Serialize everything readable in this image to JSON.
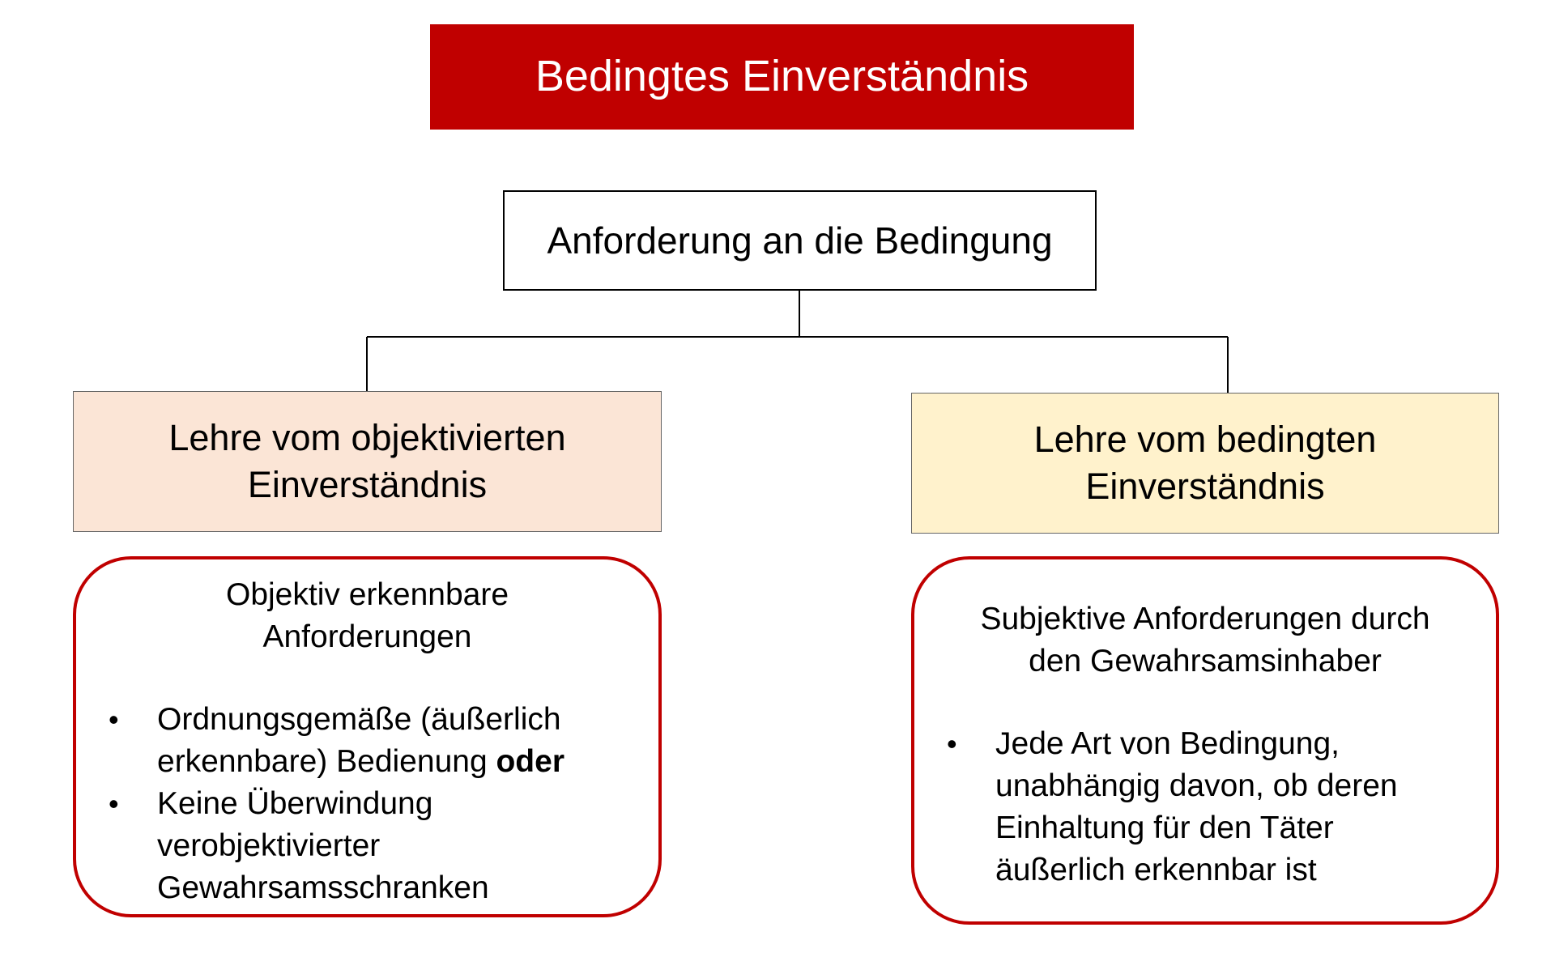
{
  "colors": {
    "title_fill": "#c00000",
    "left_head_fill": "#fbe5d6",
    "right_head_fill": "#fff2cc",
    "detail_border": "#c00000",
    "line": "#000000"
  },
  "title": "Bedingtes Einverständnis",
  "root": "Anforderung an die Bedingung",
  "left": {
    "heading_line1": "Lehre vom objektivierten",
    "heading_line2": "Einverständnis",
    "detail_line1": "Objektiv erkennbare",
    "detail_line2": "Anforderungen",
    "bullets": [
      {
        "text_line1": "Ordnungsgemäße (äußerlich",
        "text_line2": "erkennbare) Bedienung ",
        "emphasis": "oder"
      },
      {
        "text_line1": "Keine Überwindung",
        "text_line2": "verobjektivierter",
        "text_line3": "Gewahrsamsschranken"
      }
    ]
  },
  "right": {
    "heading_line1": "Lehre vom bedingten",
    "heading_line2": "Einverständnis",
    "detail_line1": "Subjektive Anforderungen durch",
    "detail_line2": "den Gewahrsamsinhaber",
    "bullets": [
      {
        "text_line1": "Jede Art von Bedingung,",
        "text_line2": "unabhängig davon, ob deren",
        "text_line3": "Einhaltung für den Täter",
        "text_line4": "äußerlich erkennbar ist"
      }
    ]
  },
  "bullet_symbol": "•"
}
